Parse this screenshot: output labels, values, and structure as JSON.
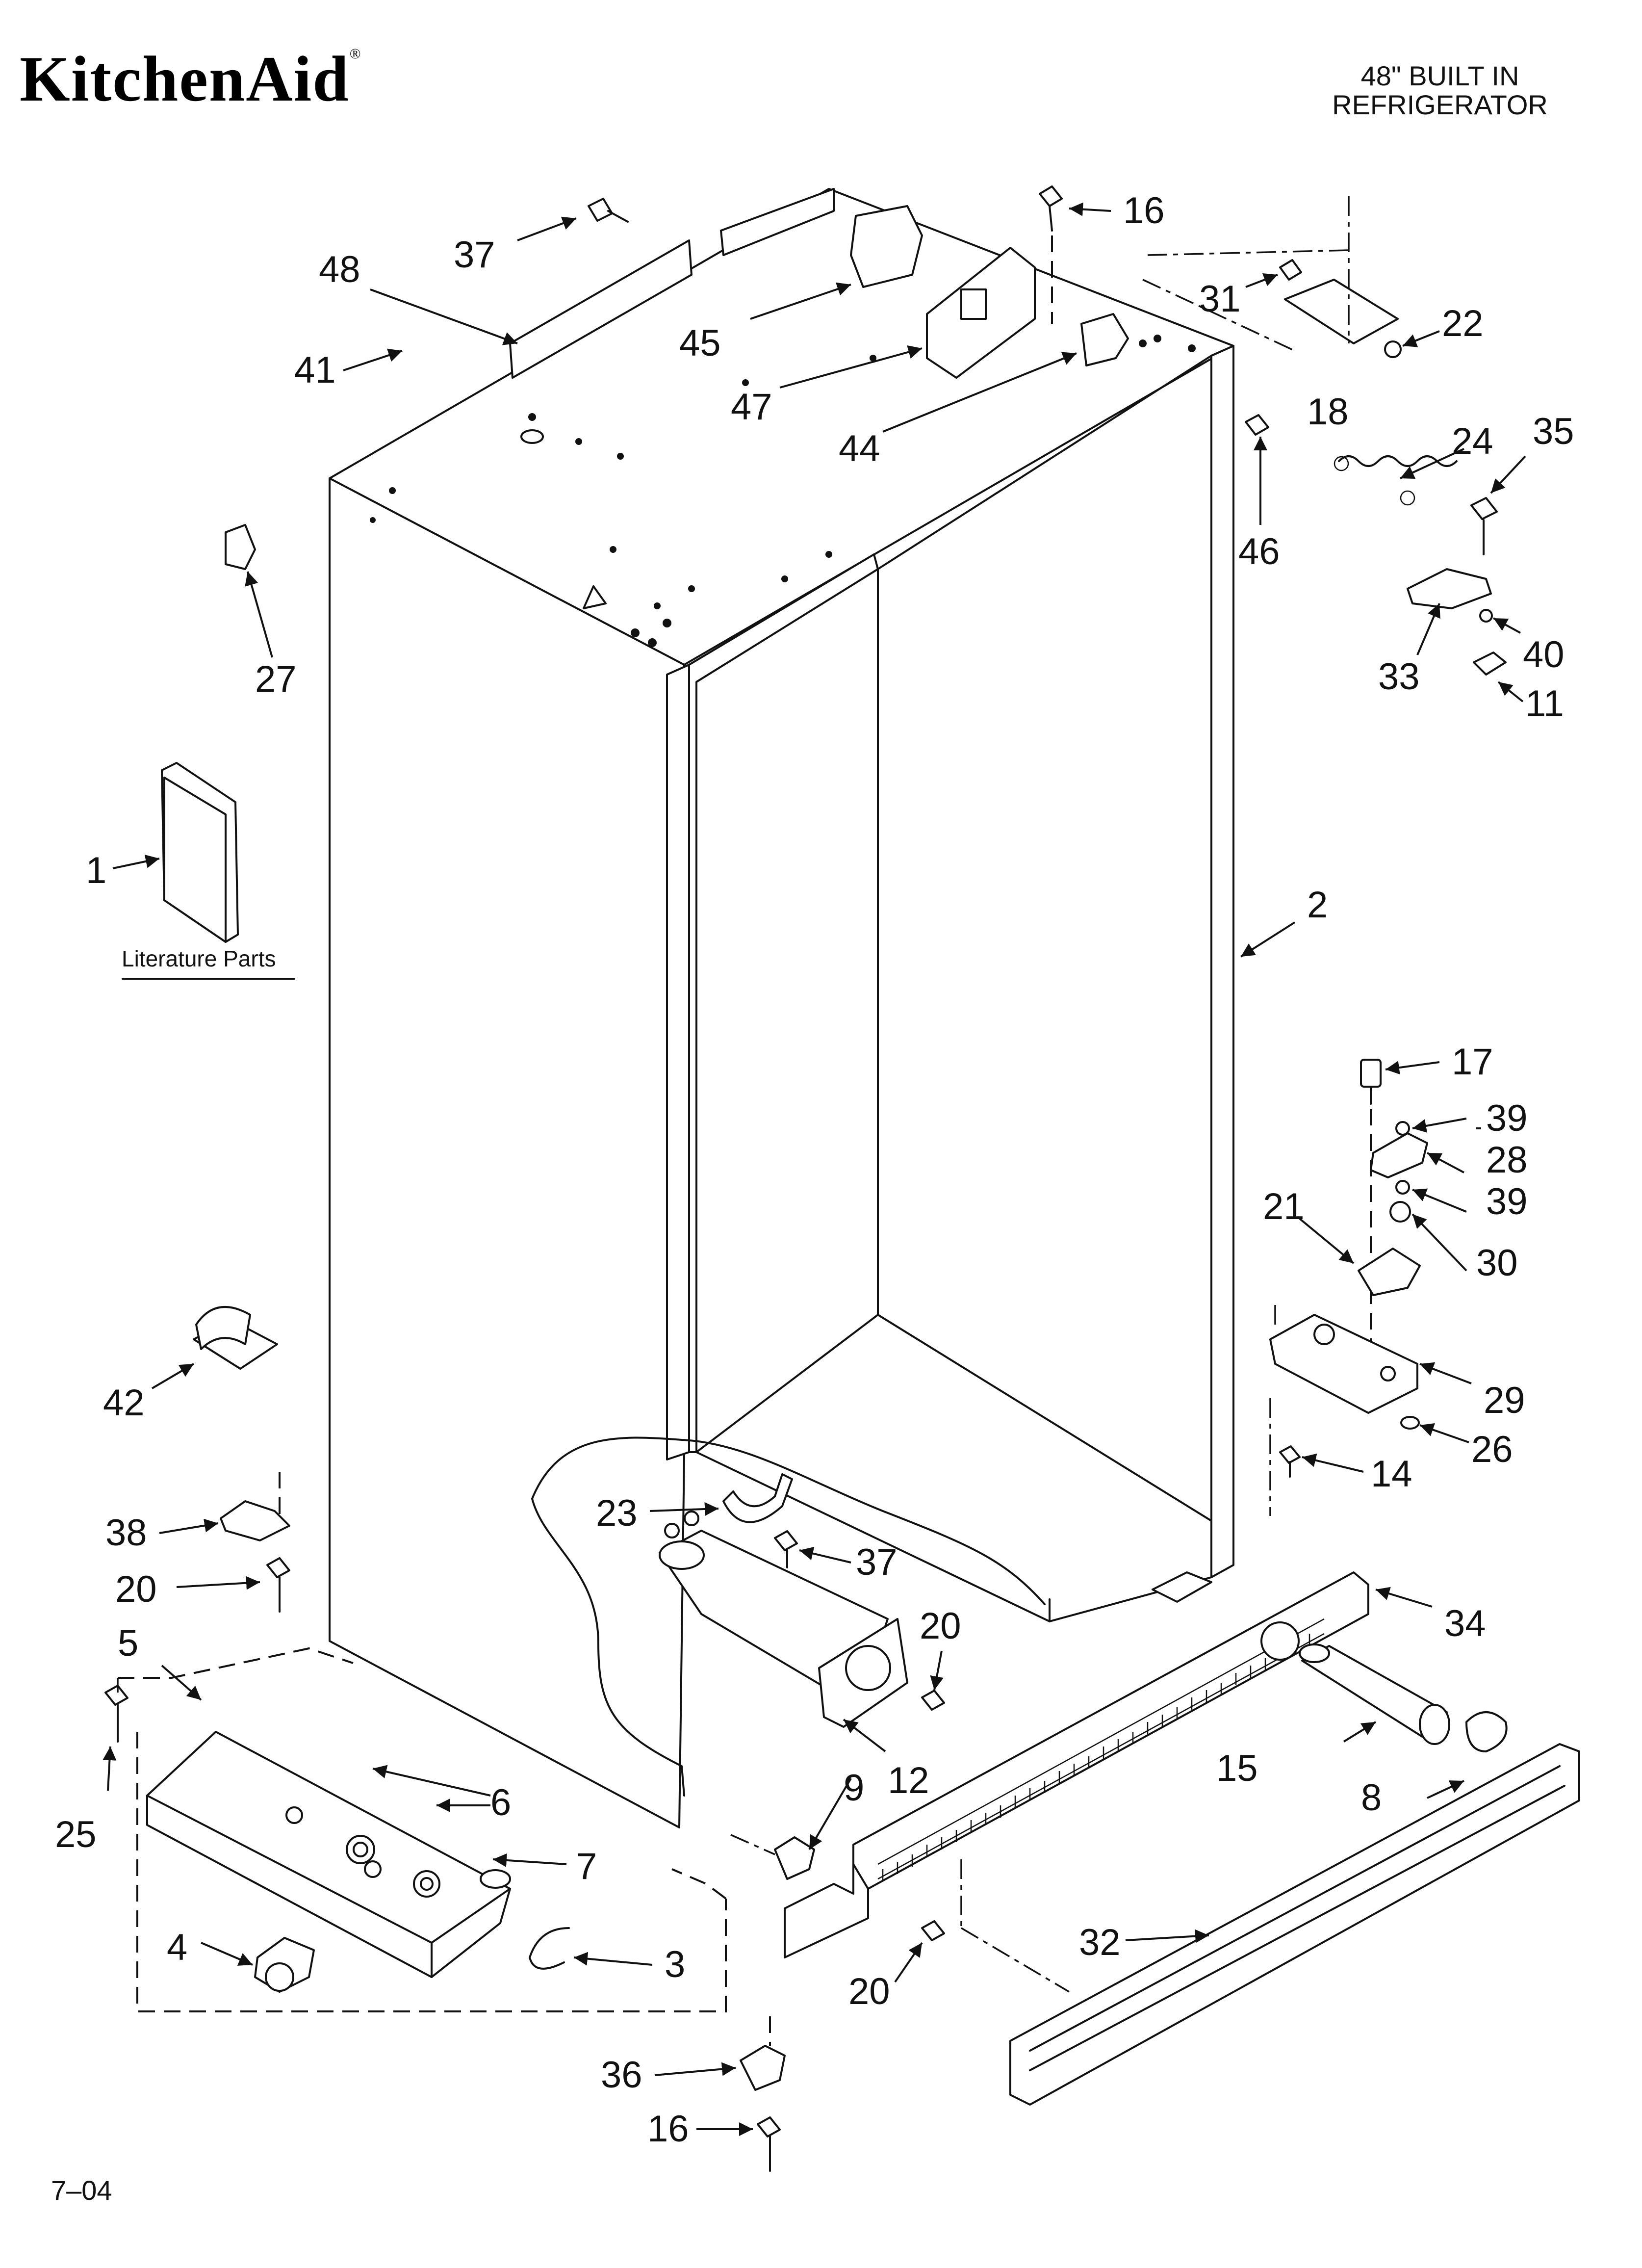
{
  "header": {
    "brand": "KitchenAid",
    "brand_mark": "®",
    "product_line1": "48\" BUILT IN",
    "product_line2": "REFRIGERATOR"
  },
  "footer": {
    "date_code": "7–04"
  },
  "literature_caption": "Literature Parts",
  "callouts": {
    "c37a": "37",
    "c48": "48",
    "c41": "41",
    "c45": "45",
    "c47": "47",
    "c44": "44",
    "c16a": "16",
    "c31": "31",
    "c22": "22",
    "c18": "18",
    "c46": "46",
    "c24": "24",
    "c35": "35",
    "c33": "33",
    "c40": "40",
    "c11": "11",
    "c27": "27",
    "c1": "1",
    "c2": "2",
    "c17": "17",
    "c39a": "39",
    "c28": "28",
    "c39b": "39",
    "c21": "21",
    "c30": "30",
    "c29": "29",
    "c26": "26",
    "c14": "14",
    "c42": "42",
    "c38": "38",
    "c20a": "20",
    "c23": "23",
    "c37b": "37",
    "c34": "34",
    "c20b": "20",
    "c5": "5",
    "c15": "15",
    "c12": "12",
    "c25": "25",
    "c6": "6",
    "c9": "9",
    "c8": "8",
    "c7": "7",
    "c4": "4",
    "c3": "3",
    "c32": "32",
    "c20c": "20",
    "c36": "36",
    "c16b": "16"
  }
}
